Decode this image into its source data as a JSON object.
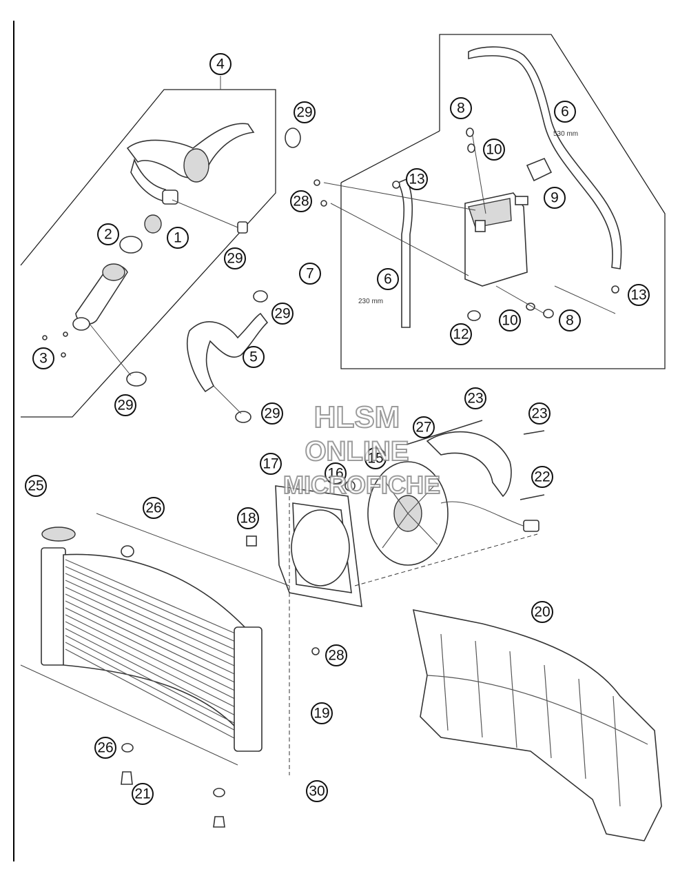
{
  "callouts": [
    {
      "label": "1"
    },
    {
      "label": "2"
    },
    {
      "label": "3"
    },
    {
      "label": "4"
    },
    {
      "label": "5"
    },
    {
      "label": "6"
    },
    {
      "label": "6"
    },
    {
      "label": "7"
    },
    {
      "label": "8"
    },
    {
      "label": "8"
    },
    {
      "label": "9"
    },
    {
      "label": "10"
    },
    {
      "label": "10"
    },
    {
      "label": "12"
    },
    {
      "label": "13"
    },
    {
      "label": "13"
    },
    {
      "label": "15"
    },
    {
      "label": "16"
    },
    {
      "label": "17"
    },
    {
      "label": "18"
    },
    {
      "label": "19"
    },
    {
      "label": "20"
    },
    {
      "label": "21"
    },
    {
      "label": "22"
    },
    {
      "label": "23"
    },
    {
      "label": "23"
    },
    {
      "label": "25"
    },
    {
      "label": "26"
    },
    {
      "label": "26"
    },
    {
      "label": "27"
    },
    {
      "label": "28"
    },
    {
      "label": "28"
    },
    {
      "label": "29"
    },
    {
      "label": "29"
    },
    {
      "label": "29"
    },
    {
      "label": "29"
    },
    {
      "label": "29"
    },
    {
      "label": "30"
    }
  ],
  "notes": {
    "hose_long": "530 mm",
    "hose_short": "230 mm"
  },
  "watermark": {
    "line1": "HLSM",
    "line2": "ONLINE",
    "line3": "MICROFICHE"
  }
}
